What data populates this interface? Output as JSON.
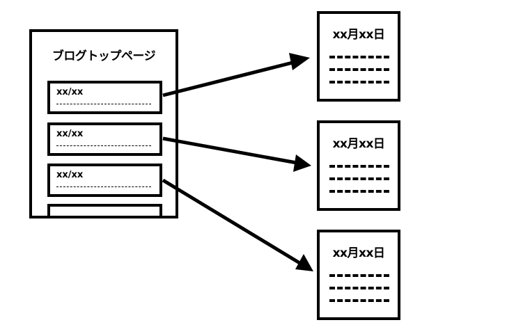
{
  "blog_top": {
    "title": "ブログトップページ",
    "entries": [
      {
        "date": "xx/xx"
      },
      {
        "date": "xx/xx"
      },
      {
        "date": "xx/xx"
      }
    ]
  },
  "detail_pages": [
    {
      "title": "xx月xx日"
    },
    {
      "title": "xx月xx日"
    },
    {
      "title": "xx月xx日"
    }
  ]
}
